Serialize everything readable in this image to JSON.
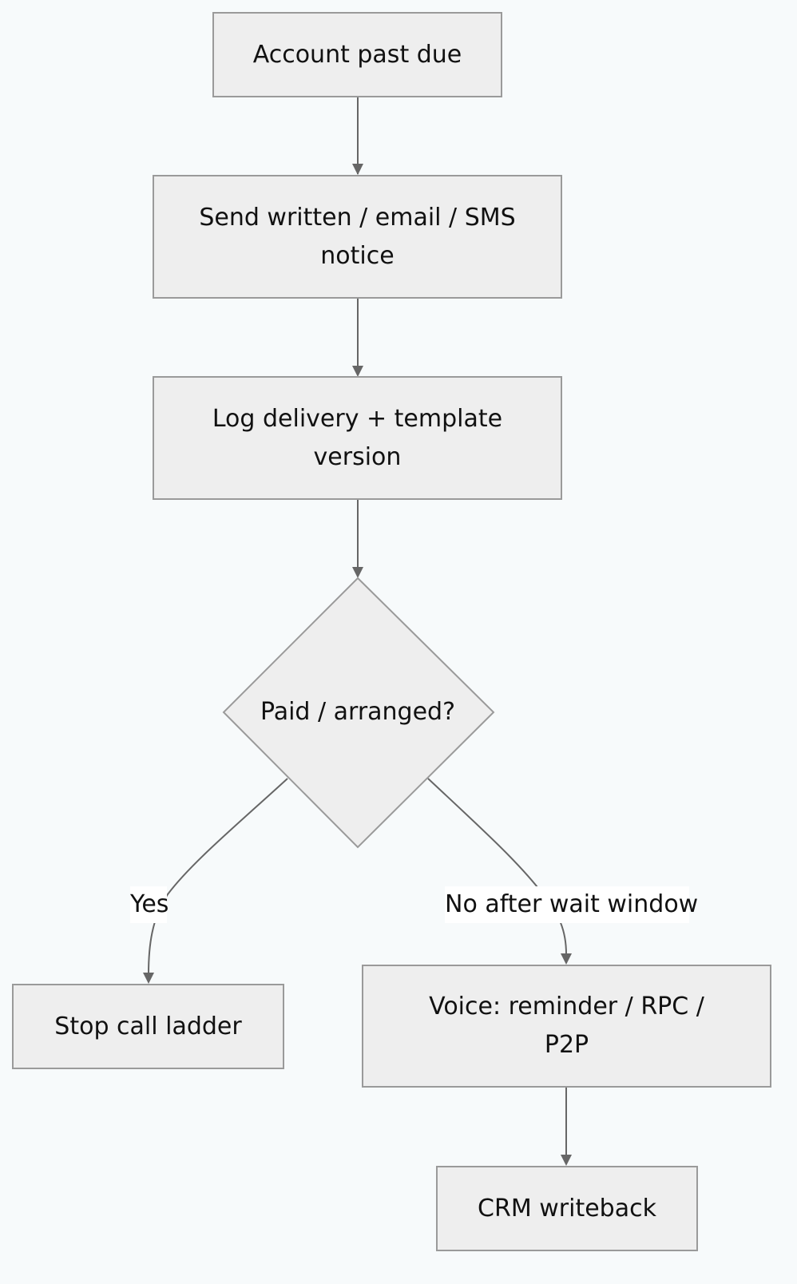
{
  "nodes": {
    "start": "Account past due",
    "notice": "Send written / email / SMS notice",
    "log": "Log delivery + template version",
    "decision": "Paid / arranged?",
    "stop": "Stop call ladder",
    "voice": "Voice: reminder / RPC / P2P",
    "crm": "CRM writeback"
  },
  "edges": {
    "yes_label": "Yes",
    "no_label": "No after wait window"
  },
  "colors": {
    "background": "#f7fafb",
    "node_fill": "#eeeeee",
    "node_border": "#9a9a9a",
    "edge": "#666666",
    "label_bg": "#ffffff"
  }
}
